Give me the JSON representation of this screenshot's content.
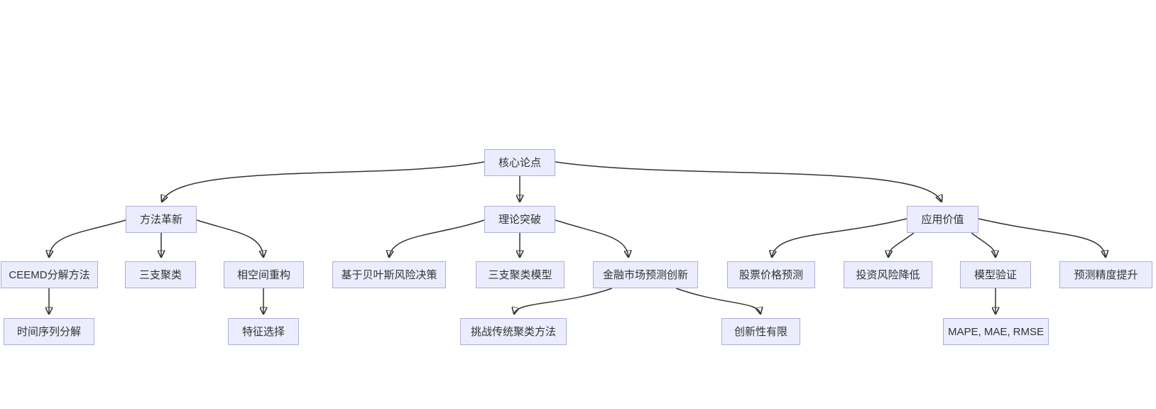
{
  "diagram": {
    "type": "flowchart",
    "direction": "top-down",
    "colors": {
      "background": "#ffffff",
      "node_fill": "#ECECFF",
      "node_border": "#aeaed6",
      "edge_color": "#333333",
      "text_color": "#333333"
    },
    "nodes": [
      {
        "id": "core",
        "label": "核心论点"
      },
      {
        "id": "method",
        "label": "方法革新"
      },
      {
        "id": "theory",
        "label": "理论突破"
      },
      {
        "id": "value",
        "label": "应用价值"
      },
      {
        "id": "ceemd",
        "label": "CEEMD分解方法"
      },
      {
        "id": "threeway",
        "label": "三支聚类"
      },
      {
        "id": "phase",
        "label": "相空间重构"
      },
      {
        "id": "bayes",
        "label": "基于贝叶斯风险决策"
      },
      {
        "id": "threemodel",
        "label": "三支聚类模型"
      },
      {
        "id": "finance",
        "label": "金融市场预测创新"
      },
      {
        "id": "stock",
        "label": "股票价格预测"
      },
      {
        "id": "risk",
        "label": "投资风险降低"
      },
      {
        "id": "model",
        "label": "模型验证"
      },
      {
        "id": "precision",
        "label": "预测精度提升"
      },
      {
        "id": "timeseries",
        "label": "时间序列分解"
      },
      {
        "id": "feature",
        "label": "特征选择"
      },
      {
        "id": "challenge",
        "label": "挑战传统聚类方法"
      },
      {
        "id": "novelty",
        "label": "创新性有限"
      },
      {
        "id": "metrics",
        "label": "MAPE, MAE, RMSE"
      }
    ],
    "edges": [
      {
        "from": "core",
        "to": "method"
      },
      {
        "from": "core",
        "to": "theory"
      },
      {
        "from": "core",
        "to": "value"
      },
      {
        "from": "method",
        "to": "ceemd"
      },
      {
        "from": "method",
        "to": "threeway"
      },
      {
        "from": "method",
        "to": "phase"
      },
      {
        "from": "theory",
        "to": "bayes"
      },
      {
        "from": "theory",
        "to": "threemodel"
      },
      {
        "from": "theory",
        "to": "finance"
      },
      {
        "from": "value",
        "to": "stock"
      },
      {
        "from": "value",
        "to": "risk"
      },
      {
        "from": "value",
        "to": "model"
      },
      {
        "from": "value",
        "to": "precision"
      },
      {
        "from": "ceemd",
        "to": "timeseries"
      },
      {
        "from": "phase",
        "to": "feature"
      },
      {
        "from": "finance",
        "to": "challenge"
      },
      {
        "from": "finance",
        "to": "novelty"
      },
      {
        "from": "model",
        "to": "metrics"
      }
    ]
  }
}
